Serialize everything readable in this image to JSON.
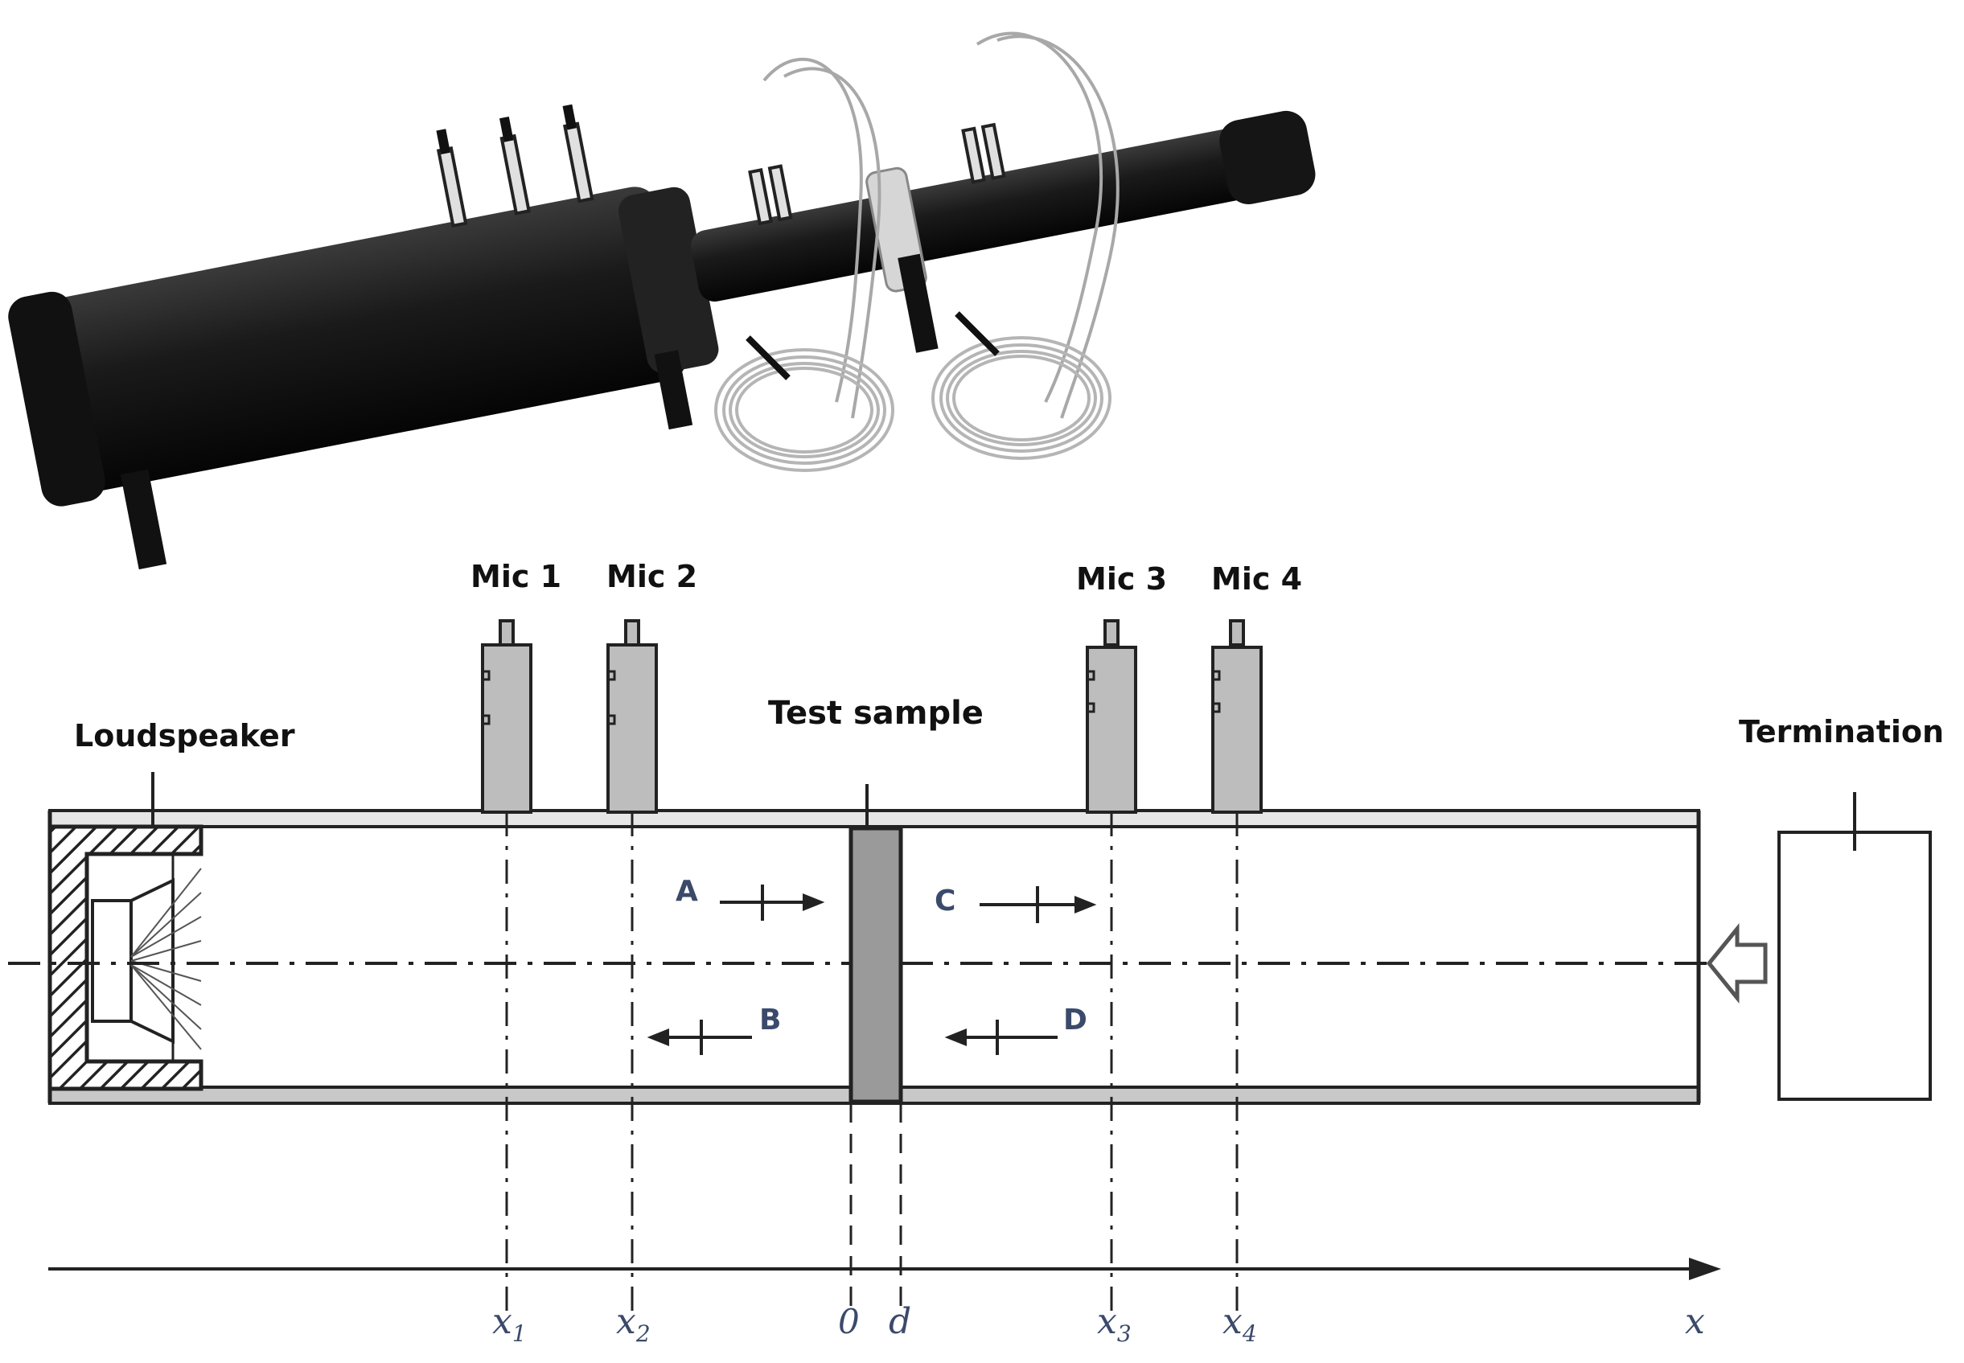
{
  "photo": {
    "subject": "impedance-tube-photo"
  },
  "labels": {
    "loudspeaker": "Loudspeaker",
    "test_sample": "Test sample",
    "termination": "Termination",
    "mic1": "Mic 1",
    "mic2": "Mic 2",
    "mic3": "Mic 3",
    "mic4": "Mic 4"
  },
  "waves": {
    "a": "A",
    "b": "B",
    "c": "C",
    "d": "D"
  },
  "axis": {
    "x1": "x",
    "x1_sub": "1",
    "x2": "x",
    "x2_sub": "2",
    "zero": "0",
    "d": "d",
    "x3": "x",
    "x3_sub": "3",
    "x4": "x",
    "x4_sub": "4",
    "x": "x"
  },
  "colors": {
    "tube_fill": "#ffffff",
    "tube_gray": "#c8c8c8",
    "sample": "#9a9a9a",
    "mic": "#bdbdbd",
    "label_blue": "#3b4a6b"
  }
}
